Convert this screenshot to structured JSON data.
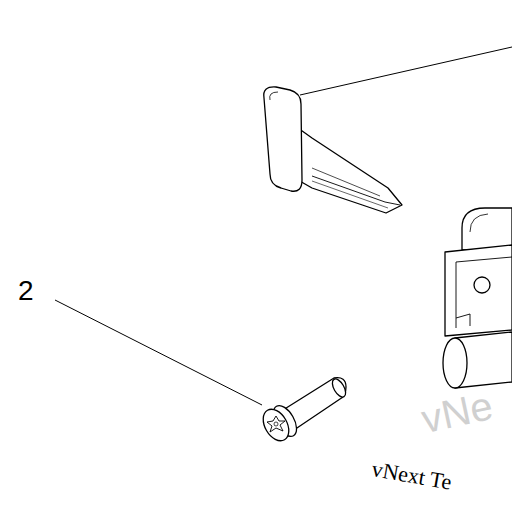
{
  "diagram": {
    "labels": [
      "2",
      "vNe",
      "vNext Te"
    ]
  }
}
